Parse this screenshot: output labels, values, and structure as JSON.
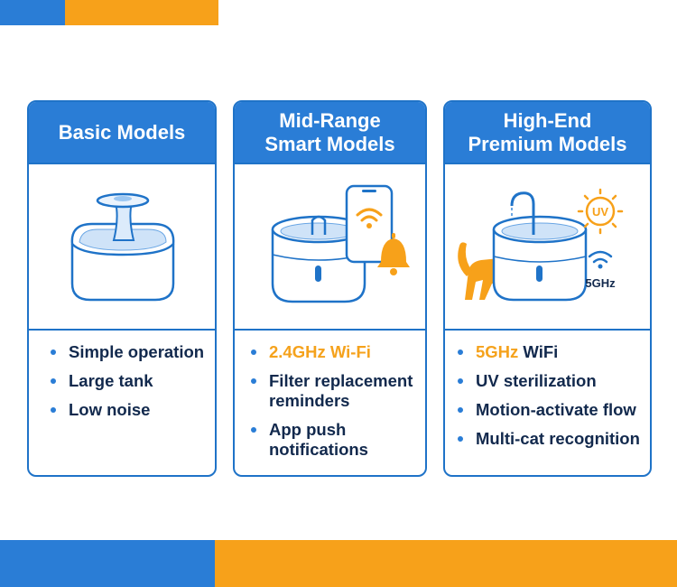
{
  "colors": {
    "blue": "#2a7dd6",
    "orange": "#f7a11a",
    "navy": "#12294d"
  },
  "cards": [
    {
      "title_lines": [
        "Basic Models"
      ],
      "features": [
        {
          "text": "Simple operation",
          "highlight": false
        },
        {
          "text": "Large tank",
          "highlight": false
        },
        {
          "text": "Low noise",
          "highlight": false
        }
      ]
    },
    {
      "title_lines": [
        "Mid-Range",
        "Smart Models"
      ],
      "features": [
        {
          "text": "2.4GHz Wi-Fi",
          "highlight": true
        },
        {
          "text": "Filter replacement reminders",
          "highlight": false
        },
        {
          "text": "App push notifications",
          "highlight": false
        }
      ]
    },
    {
      "title_lines": [
        "High-End",
        "Premium Models"
      ],
      "illustration_labels": {
        "uv": "UV",
        "band": "5GHz"
      },
      "features": [
        {
          "text": "5GHz WiFi",
          "highlight": true,
          "rest": " WiFi",
          "accent": "5GHz"
        },
        {
          "text": "UV sterilization",
          "highlight": false
        },
        {
          "text": "Motion-activate flow",
          "highlight": false
        },
        {
          "text": "Multi-cat recognition",
          "highlight": false
        }
      ]
    }
  ]
}
